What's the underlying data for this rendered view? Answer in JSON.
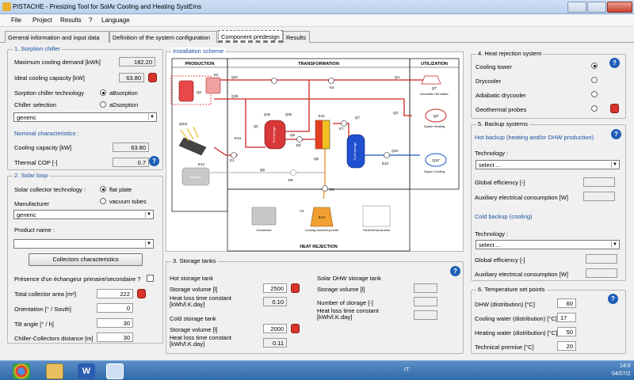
{
  "window": {
    "title": "PISTACHE - Presizing Tool for SolAr Cooling and Heating SystEms"
  },
  "menu": [
    "File",
    "Project",
    "Results",
    "?",
    "Language"
  ],
  "tabs": [
    {
      "label": "General information and input data"
    },
    {
      "label": "Definition of the system configuration"
    },
    {
      "label": "Component predesign",
      "active": true
    },
    {
      "label": "Results"
    }
  ],
  "sorption": {
    "title": "1. Sorption chiller",
    "max_cooling_label": "Maximum cooling demand [kWh]",
    "max_cooling": "182.20",
    "ideal_cooling_label": "Ideal cooling capacity [kW]",
    "ideal_cooling": "63.80",
    "tech_label": "Sorption chiller technology",
    "tech_opt1": "aBsorption",
    "tech_opt2": "aDsorption",
    "selection_label": "Chiller selection",
    "selection": "generic",
    "nominal_title": "Nominal characteristics :",
    "cap_label": "Cooling capacity [kW]",
    "cap": "63.80",
    "cop_label": "Thermal COP [-]",
    "cop": "0.7"
  },
  "solar": {
    "title": "2. Solar loop",
    "tech_label": "Solar collector technology :",
    "tech_opt1": "flat plate",
    "tech_opt2": "vacuum tubes",
    "manufacturer_label": "Manufacturer",
    "manufacturer": "generic",
    "product_label": "Product name :",
    "product": "",
    "characteristics_btn": "Collectors characteristics",
    "hx_label": "Présence d'un échangeur primaire/secondaire ?",
    "area_label": "Total collector area [m²]",
    "area": "222",
    "orient_label": "Orientation [° / South]",
    "orient": "0",
    "tilt_label": "Tilt angle [° / h]",
    "tilt": "30",
    "dist_label": "Chiller-Collectors distance [m]",
    "dist": "30"
  },
  "scheme": {
    "title": "Installation scheme",
    "production": "PRODUCTION",
    "transformation": "TRANSFORMATION",
    "utilization": "UTILIZATION",
    "heat_rejection": "HEAT REJECTION",
    "labels": {
      "q2c": "Q2c",
      "q2b": "Q2b",
      "q2": "Q2",
      "e2": "E2",
      "e4": "E4",
      "q4": "Q4",
      "q1": "Q1",
      "q4s": "Q4s",
      "q3s": "Q3s",
      "q3": "Q3",
      "e11": "E11",
      "q7": "Q7",
      "e7": "E7",
      "q6": "Q6",
      "e6": "E6",
      "e1a": "E1a",
      "e1": "E1",
      "qsol": "QSol",
      "e12": "E12",
      "q8": "Q8",
      "e8": "E8",
      "q5": "Q5",
      "e5": "E5",
      "q10": "Q10",
      "e10": "E10",
      "v1": "V1",
      "e14": "E14",
      "hot_storage": "Hot storage",
      "cold_storage": "Cold storage",
      "backup": "Backup",
      "collector": "Collector",
      "dhw": "Domestic Hot Water",
      "sh": "Space Heating",
      "sc": "Space Cooling",
      "q7p": "Q7'",
      "q3p": "Q3'",
      "q10p": "Q10'",
      "condenser": "Condenser",
      "cooling_tower": "Cooling tower/Drycooler",
      "geothermal": "Geothermal probes"
    }
  },
  "storage": {
    "title": "3. Storage tanks",
    "hot_title": "Hot storage tank",
    "hot_vol_label": "Storage volume [l]",
    "hot_vol": "2500",
    "hot_loss_label": "Heat loss time constant\n[kWh/l.K.day]",
    "hot_loss": "0.10",
    "cold_title": "Cold storage tank",
    "cold_vol_label": "Storage volume [l]",
    "cold_vol": "2000",
    "cold_loss_label": "Heat loss time constant\n[kWh/l.K.day]",
    "cold_loss": "0.11",
    "dhw_title": "Solar DHW storage tank",
    "dhw_vol_label": "Storage volume [l]",
    "dhw_num_label": "Number of storage [-]",
    "dhw_loss_label": "Heat loss time constant\n[kWh/l.K.day]"
  },
  "heat_rejection": {
    "title": "4. Heat rejection system",
    "opt1": "Cooling tower",
    "opt2": "Drycooler",
    "opt3": "Adiabatic drycooler",
    "opt4": "Geothermal probes"
  },
  "backup": {
    "title": "5. Backup systems",
    "hot_title": "Hot backup (heating and/or DHW production)",
    "tech_label": "Technology :",
    "tech_value": "select ...",
    "eff_label": "Global efficiency [-]",
    "aux_label": "Auxiliary electrical consumption [W]",
    "cold_title": "Cold backup (cooling)",
    "cold_tech_label": "Technology :",
    "cold_tech_value": "select ...",
    "cold_eff_label": "Global efficiency [-]",
    "cold_aux_label": "Auxiliary electrical consumption [W]"
  },
  "setpoints": {
    "title": "6. Temperature set points",
    "dhw_label": "DHW (distribution) [°C]",
    "dhw": "60",
    "cw_label": "Cooling water (distribution) [°C]",
    "cw": "17",
    "hw_label": "Heating water (distribution) [°C]",
    "hw": "50",
    "tp_label": "Technical premise [°C]",
    "tp": "20"
  },
  "taskbar": {
    "lang": "IT",
    "time": "14:0",
    "date": "04/07/2"
  }
}
